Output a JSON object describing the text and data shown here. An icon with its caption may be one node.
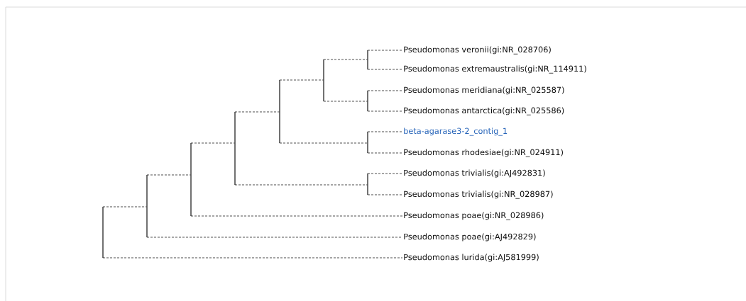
{
  "diagram": {
    "nodes": [
      {
        "text": [
          "Pseudomonas veronii(gi:NR_028706)"
        ]
      },
      {
        "text": [
          "Pseudomonas extremaustralis(gi:NR_114911)"
        ]
      },
      {
        "text": [
          "Pseudomonas meridiana(gi:NR_025587)"
        ]
      },
      {
        "text": [
          "Pseudomonas antarctica(gi:NR_025586)"
        ]
      },
      {
        "text": [
          "beta-agarase3-2_contig_1"
        ]
      },
      {
        "text": [
          "Pseudomonas rhodesiae(gi:NR_024911)"
        ]
      },
      {
        "text": [
          "Pseudomonas trivialis(gi:AJ492831)"
        ]
      },
      {
        "text": [
          "Pseudomonas trivialis(gi:NR_028987)"
        ]
      },
      {
        "text": [
          "Pseudomonas poae(gi:NR_028986)"
        ]
      },
      {
        "text": [
          "Pseudomonas poae(gi:AJ492829)"
        ]
      },
      {
        "text": [
          "Pseudomonas lurida(gi:AJ581999)"
        ]
      },
      {
        "text": [],
        "shape": "bar"
      },
      {
        "text": [],
        "shape": "bar"
      },
      {
        "text": [],
        "shape": "bar"
      },
      {
        "text": [],
        "shape": "bar"
      },
      {
        "text": [],
        "shape": "bar"
      },
      {
        "text": [],
        "shape": "bar"
      },
      {
        "text": [],
        "shape": "bar"
      },
      {
        "text": [],
        "shape": "bar"
      },
      {
        "text": [],
        "shape": "bar"
      },
      {
        "text": [],
        "shape": "bar"
      }
    ],
    "edges": [
      {
        "from": 11,
        "to": 0,
        "arrow": "none"
      },
      {
        "from": 11,
        "to": 1,
        "arrow": "none"
      },
      {
        "from": 12,
        "to": 2,
        "arrow": "none"
      },
      {
        "from": 12,
        "to": 3,
        "arrow": "none"
      },
      {
        "from": 13,
        "to": 11,
        "arrow": "none"
      },
      {
        "from": 13,
        "to": 12,
        "arrow": "none"
      },
      {
        "from": 14,
        "to": 4,
        "arrow": "none"
      },
      {
        "from": 14,
        "to": 5,
        "arrow": "none"
      },
      {
        "from": 15,
        "to": 13,
        "arrow": "none"
      },
      {
        "from": 15,
        "to": 14,
        "arrow": "none"
      },
      {
        "from": 16,
        "to": 6,
        "arrow": "none"
      },
      {
        "from": 16,
        "to": 7,
        "arrow": "none"
      },
      {
        "from": 17,
        "to": 15,
        "arrow": "none"
      },
      {
        "from": 17,
        "to": 16,
        "arrow": "none"
      },
      {
        "from": 18,
        "to": 17,
        "arrow": "none"
      },
      {
        "from": 18,
        "to": 8,
        "arrow": "none"
      },
      {
        "from": 19,
        "to": 18,
        "arrow": "none"
      },
      {
        "from": 19,
        "to": 9,
        "arrow": "none"
      },
      {
        "from": 20,
        "to": 19,
        "arrow": "none"
      },
      {
        "from": 20,
        "to": 10,
        "arrow": "none"
      }
    ]
  }
}
